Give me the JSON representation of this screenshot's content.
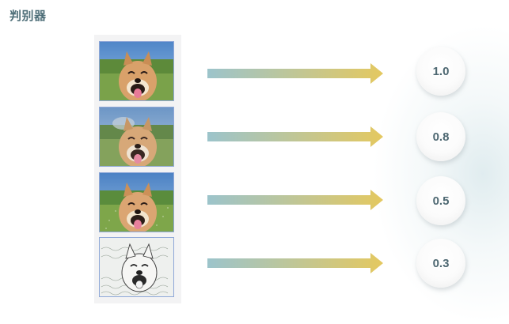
{
  "title": "判别器",
  "rows": [
    {
      "image": "shiba-dog-photo-real",
      "score": "1.0"
    },
    {
      "image": "shiba-dog-photo-slightly-distorted",
      "score": "0.8"
    },
    {
      "image": "shiba-dog-photo-noisy",
      "score": "0.5"
    },
    {
      "image": "shiba-dog-sketch-fake",
      "score": "0.3"
    }
  ],
  "colors": {
    "title": "#4f6f79",
    "arrow_start": "#9cc4cb",
    "arrow_end": "#e4c860",
    "score_text": "#4e6872"
  }
}
